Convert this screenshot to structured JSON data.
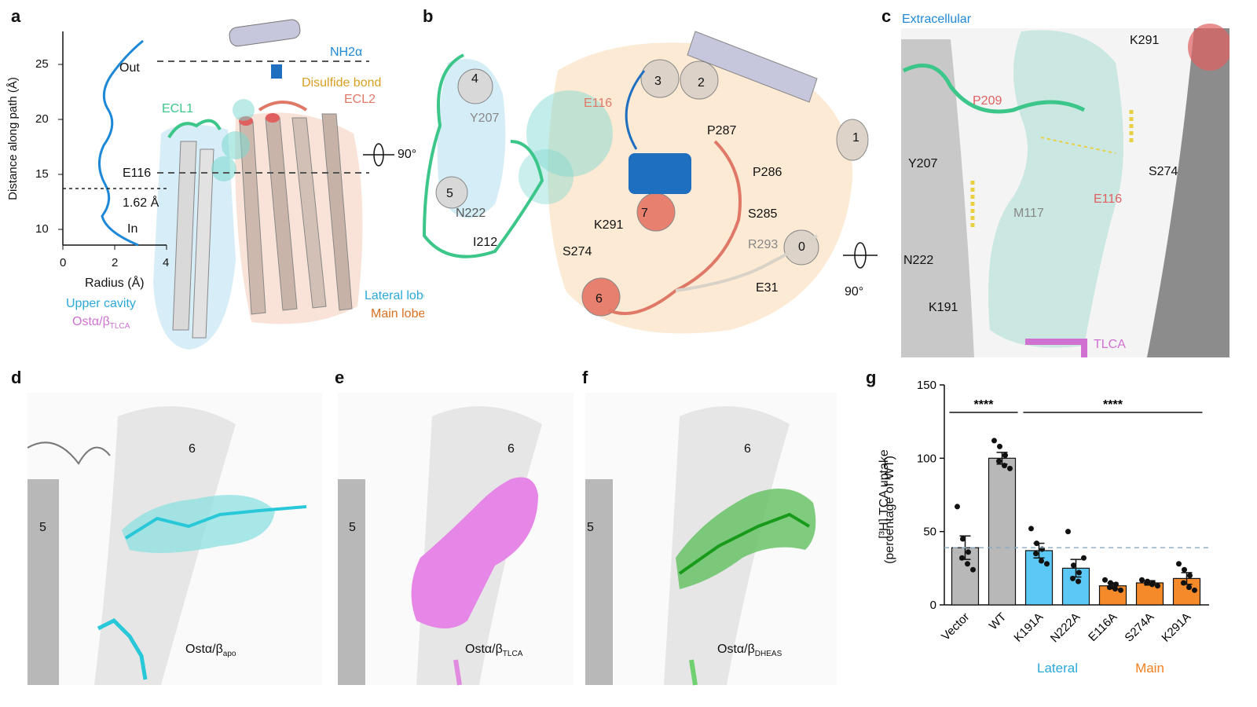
{
  "panel_labels": {
    "a": "a",
    "b": "b",
    "c": "c",
    "d": "d",
    "e": "e",
    "f": "f",
    "g": "g"
  },
  "colors": {
    "lateral_blue": "#2aa8d8",
    "main_orange": "#f08020",
    "ecl1_green": "#3cc68a",
    "ecl2_salmon": "#e07868",
    "nh2_blue": "#1e6fc0",
    "disulfide_gold": "#d8a020",
    "tlca_pink": "#d070d0",
    "bar_grey": "#b8b8b8",
    "bar_lateral": "#5cc8f5",
    "bar_main": "#f58a2a",
    "dhea_green": "#2c9c2c"
  },
  "panel_a": {
    "y_axis_label": "Distance along path (Å)",
    "x_axis_label": "Radius (Å)",
    "y_ticks": [
      "25",
      "20",
      "15",
      "10"
    ],
    "x_ticks": [
      "0",
      "2",
      "4"
    ],
    "out_label": "Out",
    "in_label": "In",
    "e116_label": "E116",
    "radius_label": "1.62 Å",
    "nh2_label": "NH2α",
    "disulfide_label": "Disulfide bond",
    "ecl2_label": "ECL2",
    "ecl1_label": "ECL1",
    "rotation_label": "90°",
    "upper_cavity": "Upper cavity",
    "ost_prefix": "Ostα/β",
    "ost_sub": "TLCA",
    "lateral_lobe": "Lateral lobe",
    "main_lobe": "Main lobe"
  },
  "panel_b": {
    "helices": [
      "4",
      "5",
      "3",
      "2",
      "1",
      "7",
      "6",
      "0"
    ],
    "residues": {
      "y207": "Y207",
      "n222": "N222",
      "i212": "I212",
      "e116": "E116",
      "k291": "K291",
      "s274": "S274",
      "p287": "P287",
      "p286": "P286",
      "s285": "S285",
      "r293": "R293",
      "e31": "E31"
    },
    "rotation_label": "90°"
  },
  "panel_c": {
    "extracellular": "Extracellular",
    "residues": {
      "k291": "K291",
      "p209": "P209",
      "y207": "Y207",
      "s274": "S274",
      "e116": "E116",
      "m117": "M117",
      "n222": "N222",
      "k191": "K191",
      "tlca": "TLCA"
    }
  },
  "panel_d": {
    "h5": "5",
    "h6": "6",
    "ost_prefix": "Ostα/β",
    "ost_sub": "apo"
  },
  "panel_e": {
    "h5": "5",
    "h6": "6",
    "ost_prefix": "Ostα/β",
    "ost_sub": "TLCA"
  },
  "panel_f": {
    "h5": "5",
    "h6": "6",
    "ost_prefix": "Ostα/β",
    "ost_sub": "DHEAS"
  },
  "chart_data": {
    "type": "bar",
    "ylabel_line1": "[³H] TCA uptake",
    "ylabel_line2": "(percentage of WT)",
    "ylim": [
      0,
      150
    ],
    "y_ticks": [
      "0",
      "50",
      "100",
      "150"
    ],
    "categories": [
      "Vector",
      "WT",
      "K191A",
      "N222A",
      "E116A",
      "S274A",
      "K291A"
    ],
    "values": [
      39,
      100,
      37,
      25,
      13,
      15,
      18
    ],
    "errors": [
      8,
      4,
      5,
      6,
      2,
      1.5,
      4
    ],
    "groups": [
      "control",
      "control",
      "lateral",
      "lateral",
      "main",
      "main",
      "main"
    ],
    "points": [
      [
        67,
        45,
        36,
        32,
        28,
        24
      ],
      [
        112,
        108,
        102,
        98,
        95,
        93
      ],
      [
        52,
        42,
        38,
        35,
        30,
        28
      ],
      [
        50,
        27,
        22,
        18,
        16,
        32
      ],
      [
        17,
        15,
        14,
        12,
        11,
        10
      ],
      [
        17,
        16,
        15,
        15,
        14,
        13
      ],
      [
        28,
        24,
        20,
        15,
        12,
        10
      ]
    ],
    "reference_line": 39,
    "significance": [
      {
        "label": "****",
        "from": 0,
        "to": 1
      },
      {
        "label": "****",
        "from": 2,
        "to": 6
      }
    ],
    "group_labels": {
      "lateral": "Lateral",
      "main": "Main"
    }
  }
}
